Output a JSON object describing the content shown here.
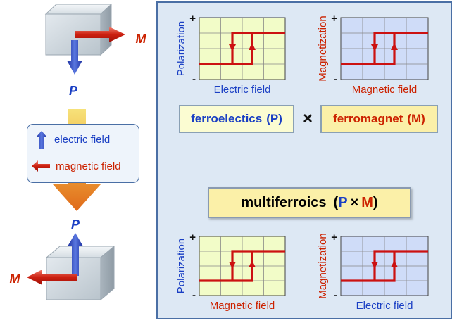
{
  "colors": {
    "panel_bg": "#dde8f4",
    "panel_border": "#4a6fa5",
    "plot_green": "#f2fcc8",
    "plot_blue": "#cfdcf8",
    "loop_red": "#cc1111",
    "blue_text": "#1a3fc4",
    "red_text": "#cc2200",
    "orange": "#e87a1c"
  },
  "left": {
    "top_cube": {
      "vertical_label": "P",
      "horizontal_label": "M"
    },
    "bottom_cube": {
      "vertical_label": "P",
      "horizontal_label": "M"
    },
    "legend": {
      "electric_label": "electric field",
      "magnetic_label": "magnetic field"
    }
  },
  "plots": [
    {
      "id": "plot-1",
      "ylabel": "Polarization",
      "xlabel": "Electric field",
      "fill": "#f2fcc8",
      "ylabel_color": "#1a3fc4",
      "xlabel_color": "#1a3fc4",
      "y_plus": "+",
      "y_minus": "-"
    },
    {
      "id": "plot-2",
      "ylabel": "Magnetization",
      "xlabel": "Magnetic field",
      "fill": "#cfdcf8",
      "ylabel_color": "#cc2200",
      "xlabel_color": "#cc2200",
      "y_plus": "+",
      "y_minus": "-"
    },
    {
      "id": "plot-3",
      "ylabel": "Polarization",
      "xlabel": "Magnetic field",
      "fill": "#f2fcc8",
      "ylabel_color": "#1a3fc4",
      "xlabel_color": "#cc2200",
      "y_plus": "+",
      "y_minus": "-"
    },
    {
      "id": "plot-4",
      "ylabel": "Magnetization",
      "xlabel": "Electric field",
      "fill": "#cfdcf8",
      "ylabel_color": "#cc2200",
      "xlabel_color": "#1a3fc4",
      "y_plus": "+",
      "y_minus": "-"
    }
  ],
  "boxes": {
    "ferro": {
      "text": "ferroelectics",
      "paren_open": "(",
      "symbol": "P",
      "paren_close": ")"
    },
    "magnet": {
      "text": "ferromagnet",
      "paren_open": "(",
      "symbol": "M",
      "paren_close": ")"
    },
    "times": "×",
    "multi": {
      "text": "multiferroics",
      "paren_open": "(",
      "p": "P",
      "times": "×",
      "m": "M",
      "paren_close": ")"
    }
  }
}
